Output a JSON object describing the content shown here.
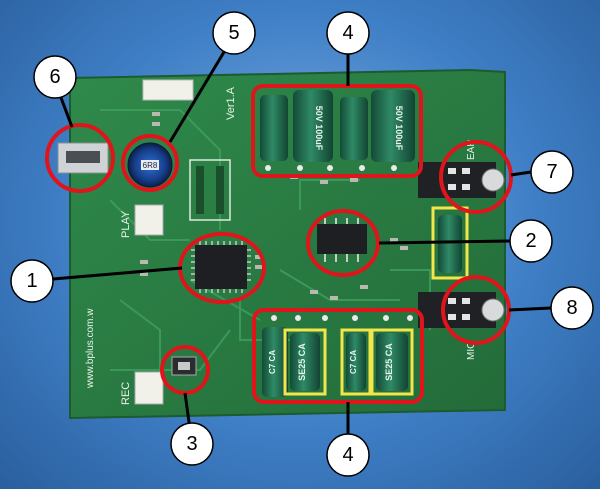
{
  "board": {
    "version": "Ver1.A",
    "website": "www.bplus.com.w",
    "play_label": "PLAY",
    "rec_label": "REC",
    "ear_label": "EAR",
    "mic_label": "MIC",
    "inductor_label": "6R8",
    "cap_top_labels": [
      "50V 100uF",
      "50V 100uF"
    ],
    "cap_bottom_labels": [
      "SE25 CA",
      "SE25 CA",
      "C7 CA",
      "C7 CA"
    ]
  },
  "callouts": [
    {
      "number": "1",
      "target": "microcontroller-chip"
    },
    {
      "number": "2",
      "target": "audio-amplifier-ic"
    },
    {
      "number": "3",
      "target": "crystal-oscillator"
    },
    {
      "number": "4",
      "target": "top-capacitor-group"
    },
    {
      "number": "4",
      "target": "bottom-capacitor-group"
    },
    {
      "number": "5",
      "target": "power-inductor"
    },
    {
      "number": "6",
      "target": "usb-port"
    },
    {
      "number": "7",
      "target": "ear-audio-jack"
    },
    {
      "number": "8",
      "target": "mic-audio-jack"
    }
  ],
  "colors": {
    "background": "#3f7fc6",
    "pcb": "#2e7d45",
    "highlight": "#e0141b",
    "callout_fill": "#ffffff",
    "capacitor": "#1f6b4f"
  }
}
